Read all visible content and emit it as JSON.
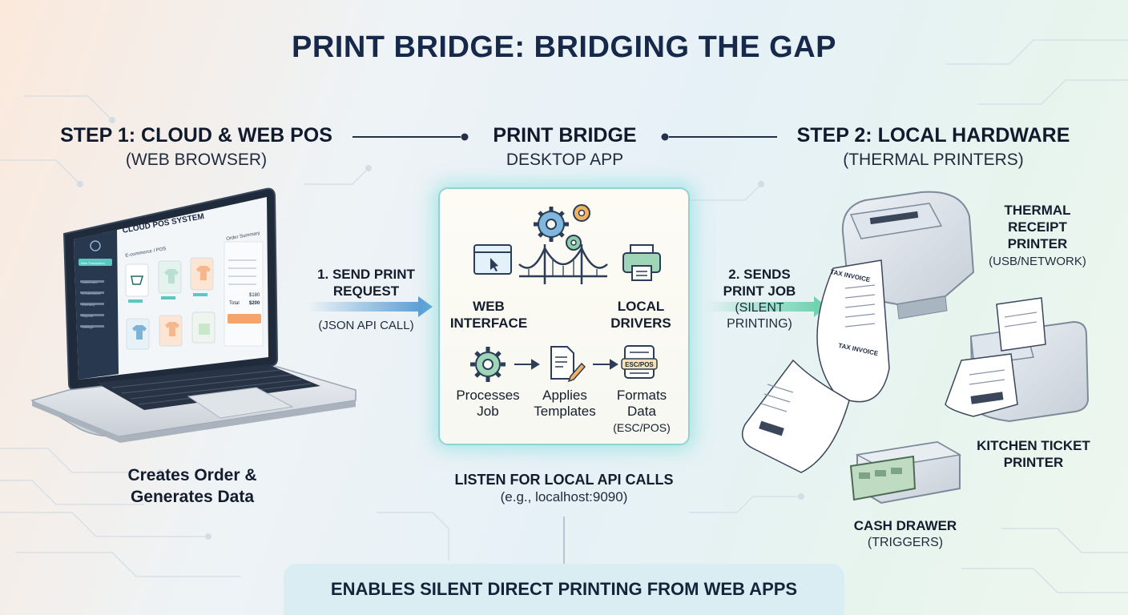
{
  "title": "PRINT BRIDGE: BRIDGING THE GAP",
  "step1": {
    "heading": "STEP 1: CLOUD & WEB POS",
    "sub": "(WEB BROWSER)",
    "caption_line1": "Creates Order &",
    "caption_line2": "Generates Data"
  },
  "bridge": {
    "heading": "PRINT BRIDGE",
    "sub": "DESKTOP APP",
    "web_interface_line1": "WEB",
    "web_interface_line2": "INTERFACE",
    "local_drivers_line1": "LOCAL",
    "local_drivers_line2": "DRIVERS",
    "process1_line1": "Processes",
    "process1_line2": "Job",
    "process2_line1": "Applies",
    "process2_line2": "Templates",
    "process3_line1": "Formats",
    "process3_line2": "Data",
    "process3_line3": "(ESC/POS)",
    "esc_badge": "ESC/POS",
    "listen_line1": "LISTEN FOR LOCAL API CALLS",
    "listen_line2": "(e.g., localhost:9090)"
  },
  "step2": {
    "heading": "STEP 2: LOCAL HARDWARE",
    "sub": "(THERMAL PRINTERS)"
  },
  "arrow1": {
    "line1": "1. SEND PRINT",
    "line2": "REQUEST",
    "note": "(JSON API CALL)"
  },
  "arrow2": {
    "line1": "2. SENDS",
    "line2": "PRINT JOB",
    "line3": "(SILENT",
    "line4": "PRINTING)"
  },
  "laptop": {
    "app_title": "CLOUD POS SYSTEM",
    "section": "E-commerce / POS",
    "sidebar_button": "New Transaction",
    "sidebar_items": [
      "Dashboard",
      "E-Commerce",
      "Inventory",
      "Reports",
      "Settings"
    ],
    "panel_title": "Order Summary",
    "total_label": "Total",
    "total_value": "$200",
    "subtotal_value": "$180"
  },
  "receipt_printer": {
    "line1": "THERMAL",
    "line2": "RECEIPT",
    "line3": "PRINTER",
    "sub": "(USB/NETWORK)"
  },
  "receipt_paper": {
    "heading1": "TAX INVOICE",
    "heading2": "TAX INVOICE"
  },
  "kitchen_printer": {
    "line1": "KITCHEN TICKET",
    "line2": "PRINTER"
  },
  "cash_drawer": {
    "line1": "CASH DRAWER",
    "line2": "(TRIGGERS)"
  },
  "banner": "ENABLES SILENT DIRECT PRINTING FROM WEB APPS",
  "colors": {
    "accent_teal": "#5cc6c0",
    "arrow_blue": "#5c9fd6",
    "arrow_green": "#6fd3b0",
    "navy": "#16294a"
  }
}
